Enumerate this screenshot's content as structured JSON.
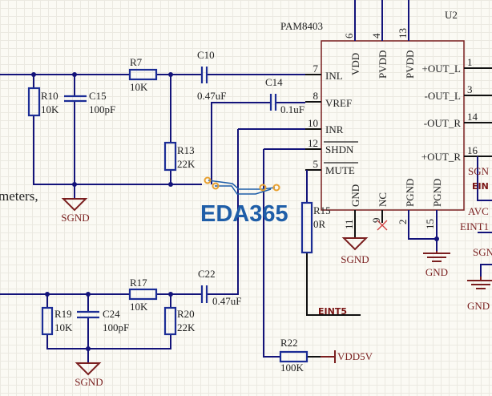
{
  "chip": {
    "part": "PAM8403",
    "designator": "U2",
    "top_pins": [
      {
        "num": "6",
        "name": "VDD"
      },
      {
        "num": "4",
        "name": "PVDD"
      },
      {
        "num": "13",
        "name": "PVDD"
      }
    ],
    "left_pins": [
      {
        "num": "7",
        "name": "INL"
      },
      {
        "num": "8",
        "name": "VREF"
      },
      {
        "num": "10",
        "name": "INR"
      },
      {
        "num": "12",
        "name": "SHDN"
      },
      {
        "num": "5",
        "name": "MUTE"
      }
    ],
    "right_pins": [
      {
        "num": "1",
        "name": "+OUT_L"
      },
      {
        "num": "3",
        "name": "-OUT_L"
      },
      {
        "num": "14",
        "name": "-OUT_R"
      },
      {
        "num": "16",
        "name": "+OUT_R"
      }
    ],
    "bottom_pins": [
      {
        "num": "11",
        "name": "GND"
      },
      {
        "num": "9",
        "name": "NC"
      },
      {
        "num": "2",
        "name": "PGND"
      },
      {
        "num": "15",
        "name": "PGND"
      }
    ]
  },
  "components": {
    "R10": {
      "ref": "R10",
      "value": "10K"
    },
    "C15": {
      "ref": "C15",
      "value": "100pF"
    },
    "R7": {
      "ref": "R7",
      "value": "10K"
    },
    "C10": {
      "ref": "C10",
      "value": "0.47uF"
    },
    "C14": {
      "ref": "C14",
      "value": "0.1uF"
    },
    "R13": {
      "ref": "R13",
      "value": "22K"
    },
    "R15": {
      "ref": "R15",
      "value": "0R"
    },
    "R17": {
      "ref": "R17",
      "value": "10K"
    },
    "C22": {
      "ref": "C22",
      "value": "0.47uF"
    },
    "R19": {
      "ref": "R19",
      "value": "10K"
    },
    "C24": {
      "ref": "C24",
      "value": "100pF"
    },
    "R20": {
      "ref": "R20",
      "value": "22K"
    },
    "R22": {
      "ref": "R22",
      "value": "100K"
    }
  },
  "power": {
    "sgnd": "SGND",
    "gnd": "GND",
    "vdd5v": "VDD5V"
  },
  "nets": {
    "eint5": "EINT5"
  },
  "edge_labels": {
    "sgn1": "SGN",
    "eint": "EIN",
    "avc": "AVC",
    "eint1": "EINT1",
    "sgn2": "SGN",
    "gnd": "GND"
  },
  "partial_text": "meters,",
  "watermark": "EDA365",
  "colors": {
    "wire": "#13137a",
    "component": "#1c2d96",
    "power": "#7a1f1f",
    "watermark": "#1f5ea8",
    "pad": "#e8a030"
  }
}
